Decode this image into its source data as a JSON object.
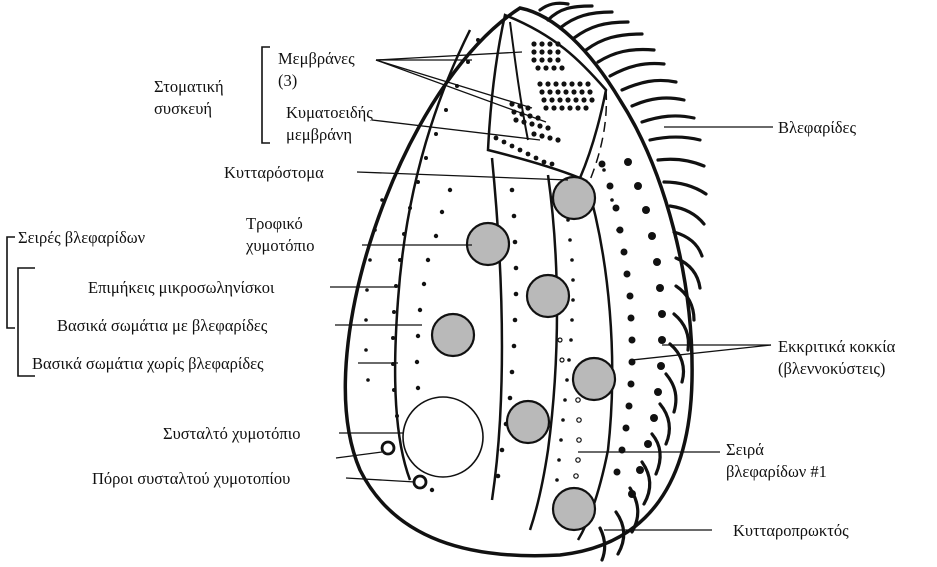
{
  "diagram": {
    "labels": {
      "membranes_line1": "Μεμβράνες",
      "membranes_line2": "(3)",
      "oral_line1": "Στοματική",
      "oral_line2": "συσκευή",
      "undulating_line1": "Κυματοειδής",
      "undulating_line2": "μεμβράνη",
      "cilia": "Βλεφαρίδες",
      "cytostome": "Κυτταρόστομα",
      "food_line1": "Τροφικό",
      "food_line2": "χυμοτόπιο",
      "kineties": "Σειρές βλεφαρίδων",
      "microtubules": "Επιμήκεις μικροσωληνίσκοι",
      "basal_with": "Βασικά σωμάτια με βλεφαρίδες",
      "basal_without": "Βασικά σωμάτια χωρίς βλεφαρίδες",
      "secretory_line1": "Εκκριτικά κοκκία",
      "secretory_line2": "(βλεννοκύστεις)",
      "contractile": "Συσταλτό χυμοτόπιο",
      "pores": "Πόροι συσταλτού χυμοτοπίου",
      "row1_line1": "Σειρά",
      "row1_line2": "βλεφαρίδων #1",
      "cytoproct": "Κυτταροπρωκτός"
    },
    "colors": {
      "ink": "#111111",
      "vacuole_fill": "#b9b9b9",
      "background": "#ffffff"
    }
  }
}
